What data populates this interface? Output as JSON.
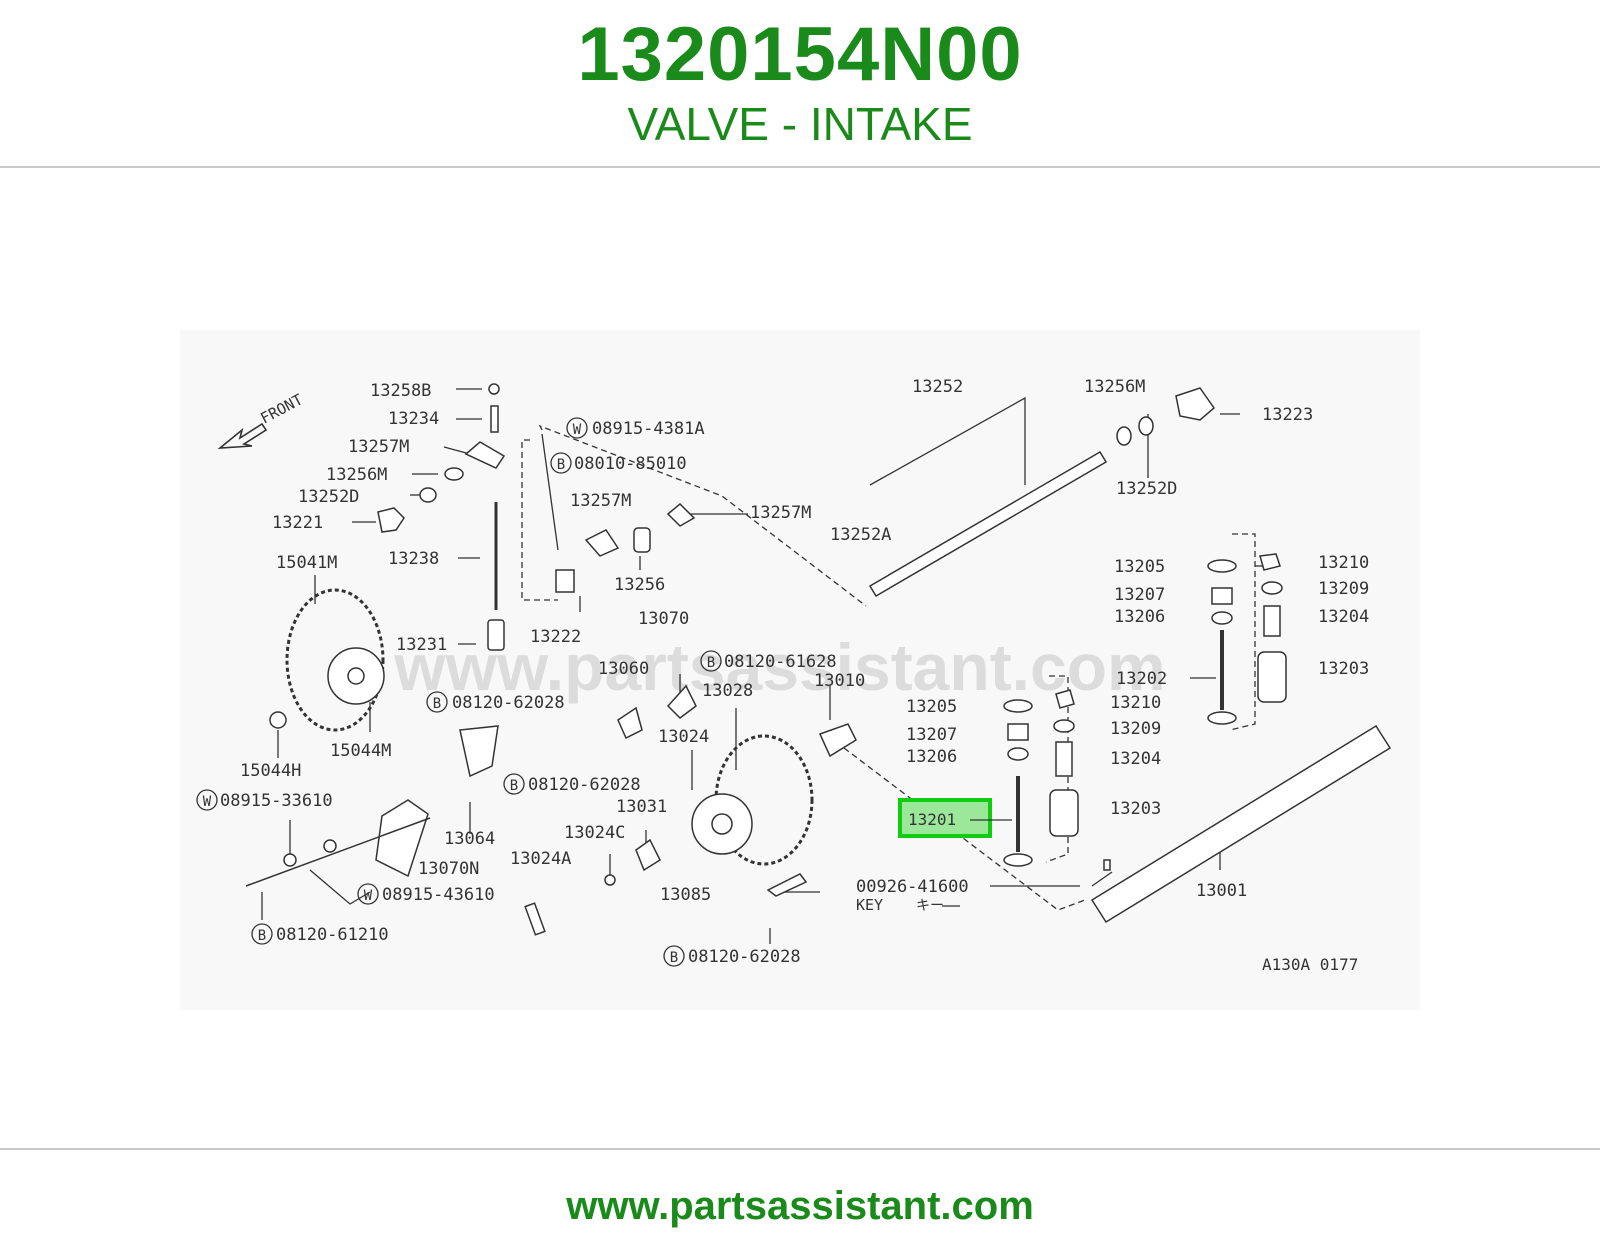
{
  "header": {
    "part_number": "1320154N00",
    "part_name": "VALVE - INTAKE"
  },
  "diagram": {
    "watermark": "www.partsassistant.com",
    "front_label": "FRONT",
    "figure_code": "A130A 0177",
    "highlighted_part": "13201",
    "key_label": "KEY",
    "key_label_jp": "キー",
    "labels": {
      "p13258B": "13258B",
      "p13234": "13234",
      "p13257M_a": "13257M",
      "p13256M_a": "13256M",
      "p13252D_a": "13252D",
      "p13221": "13221",
      "p13238": "13238",
      "p15041M": "15041M",
      "p13231": "13231",
      "p15044H": "15044H",
      "p15044M": "15044M",
      "w08915_4381A": "08915-4381A",
      "b08010_85010": "08010-85010",
      "p13257M_b": "13257M",
      "p13257M_c": "13257M",
      "p13256": "13256",
      "p13222": "13222",
      "p13070": "13070",
      "b08120_61628": "08120-61628",
      "p13060": "13060",
      "p13028": "13028",
      "p13010": "13010",
      "b08120_62028_a": "08120-62028",
      "p13024": "13024",
      "b08120_62028_b": "08120-62028",
      "p13031": "13031",
      "p13024C": "13024C",
      "p13024A": "13024A",
      "p13064": "13064",
      "w08915_33610": "08915-33610",
      "p13070N": "13070N",
      "w08915_43610": "08915-43610",
      "b08120_61210": "08120-61210",
      "p13085": "13085",
      "b08120_62028_c": "08120-62028",
      "p13252": "13252",
      "p13256M_b": "13256M",
      "p13223": "13223",
      "p13252D_b": "13252D",
      "p13252A": "13252A",
      "p13205_a": "13205",
      "p13207_a": "13207",
      "p13206_a": "13206",
      "p13210_a": "13210",
      "p13209_a": "13209",
      "p13204_a": "13204",
      "p13203_a": "13203",
      "p13202": "13202",
      "p13205_b": "13205",
      "p13207_b": "13207",
      "p13206_b": "13206",
      "p13210_b": "13210",
      "p13209_b": "13209",
      "p13204_b": "13204",
      "p13203_b": "13203",
      "p13201": "13201",
      "p00926_41600": "00926-41600",
      "p13001": "13001"
    },
    "symbols": {
      "washer": "W",
      "bolt": "B"
    }
  },
  "footer": {
    "url": "www.partsassistant.com"
  },
  "colors": {
    "brand_green": "#1a8a1a",
    "highlight_fill": "#9be89b",
    "highlight_border": "#11cc11",
    "line": "#333333"
  }
}
